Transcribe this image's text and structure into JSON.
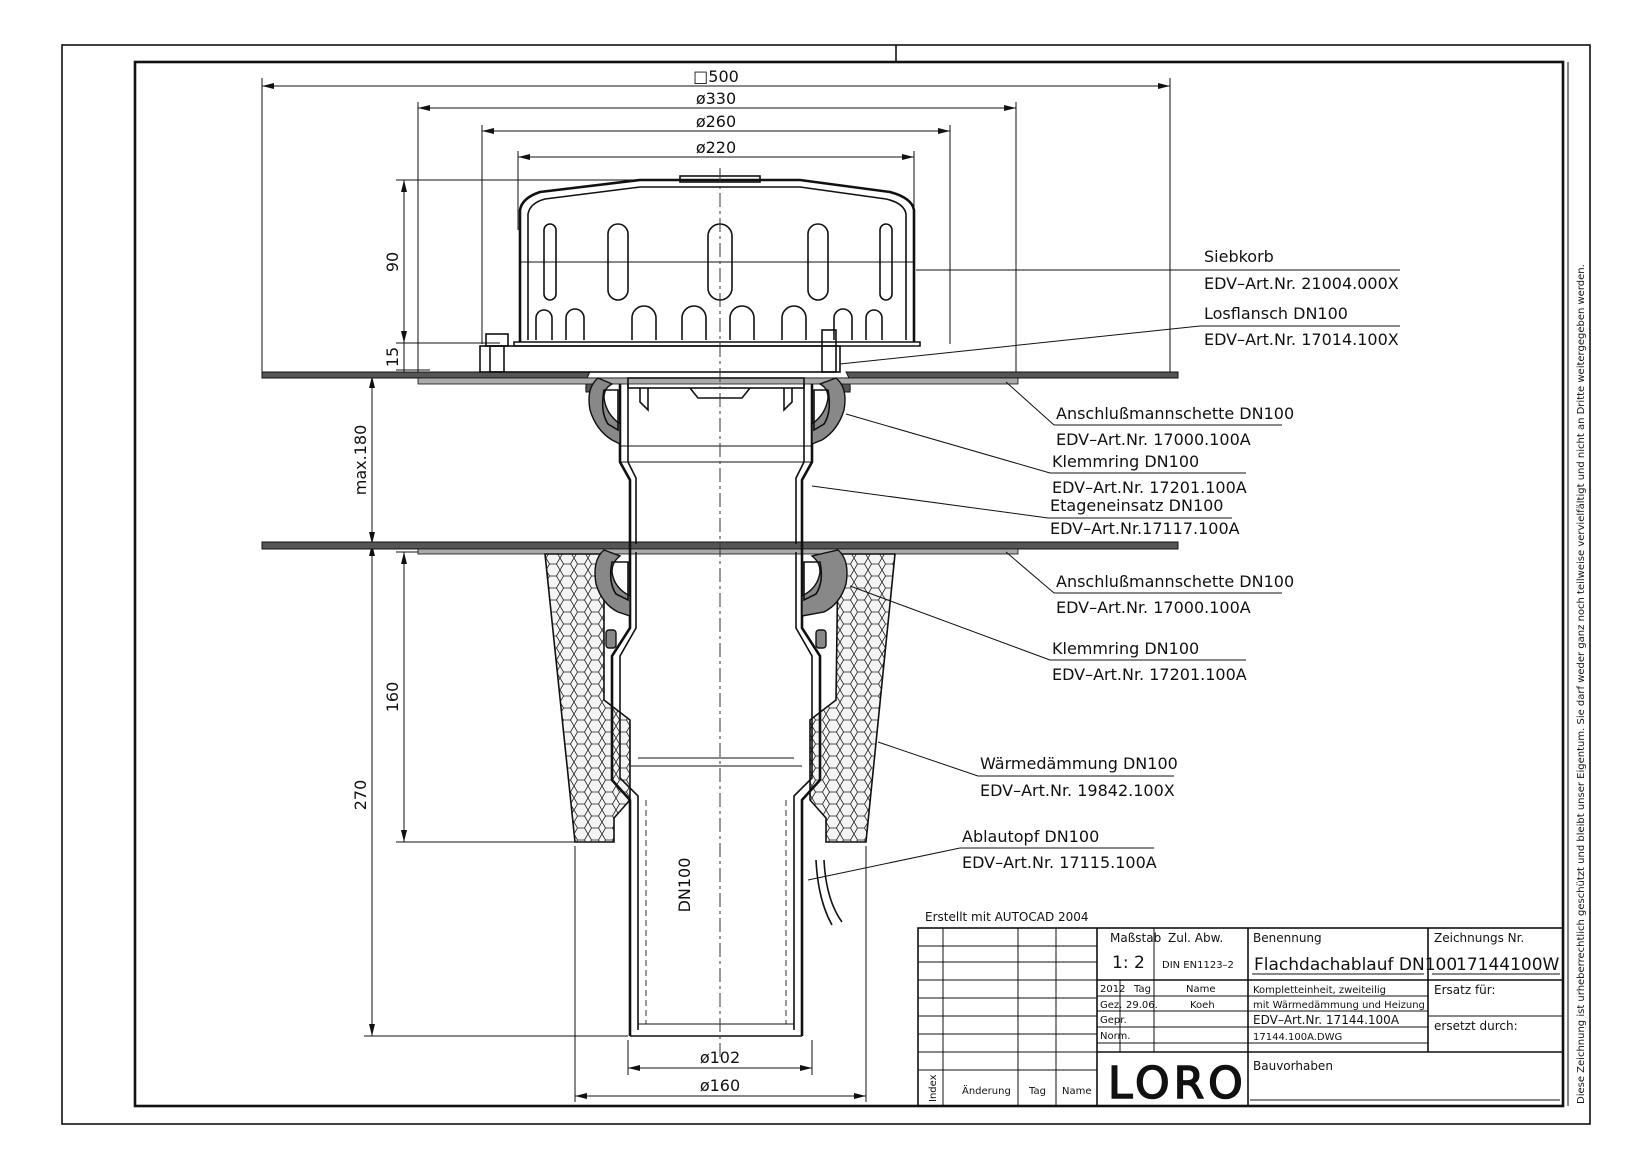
{
  "drawing": {
    "dimensions": {
      "square_500": "□500",
      "d330": "ø330",
      "d260": "ø260",
      "d220": "ø220",
      "h90": "90",
      "h15": "15",
      "max180": "max.180",
      "h160": "160",
      "h270": "270",
      "dn100": "DN100",
      "d102": "ø102",
      "d160": "ø160"
    },
    "parts": [
      {
        "name": "Siebkorb",
        "art": "EDV–Art.Nr. 21004.000X"
      },
      {
        "name": "Losflansch DN100",
        "art": "EDV–Art.Nr. 17014.100X"
      },
      {
        "name": "Anschlußmannschette DN100",
        "art": "EDV–Art.Nr. 17000.100A"
      },
      {
        "name": "Klemmring DN100",
        "art": "EDV–Art.Nr. 17201.100A"
      },
      {
        "name": "Etageneinsatz DN100",
        "art": "EDV–Art.Nr.17117.100A"
      },
      {
        "name": "Anschlußmannschette DN100",
        "art": "EDV–Art.Nr. 17000.100A"
      },
      {
        "name": "Klemmring DN100",
        "art": "EDV–Art.Nr. 17201.100A"
      },
      {
        "name": "Wärmedämmung DN100",
        "art": "EDV–Art.Nr. 19842.100X"
      },
      {
        "name": "Ablautopf DN100",
        "art": "EDV–Art.Nr. 17115.100A"
      }
    ],
    "side_note": "Diese Zeichnung ist urheberrechtlich geschützt und bleibt unser Eigentum. Sie darf weder ganz noch teilweise vervielfältigt und nicht an Dritte weitergegeben werden."
  },
  "title_block": {
    "created_with": "Erstellt mit AUTOCAD 2004",
    "massstab_label": "Maßstab",
    "massstab_value": "1: 2",
    "zul_abw_label": "Zul. Abw.",
    "zul_abw_value": "DIN EN1123–2",
    "year": "2012",
    "tag_label": "Tag",
    "name_label": "Name",
    "gez_label": "Gez.",
    "gez_date": "29.06.",
    "gez_name": "Koeh",
    "gepr_label": "Gepr.",
    "norm_label": "Norm.",
    "benennung_label": "Benennung",
    "benennung_value": "Flachdachablauf DN100",
    "desc1": "Kompletteinheit, zweiteilig",
    "desc2": "mit Wärmedämmung und Heizung",
    "desc3": "EDV–Art.Nr. 17144.100A",
    "file": "17144.100A.DWG",
    "zeichnungs_label": "Zeichnungs Nr.",
    "zeichnungs_value": "17144100W",
    "ersatz_fuer": "Ersatz für:",
    "ersetzt_durch": "ersetzt durch:",
    "bauvorhaben": "Bauvorhaben",
    "index_label": "Index",
    "aenderung_label": "Änderung",
    "tag2_label": "Tag",
    "name2_label": "Name",
    "logo": "LORO"
  }
}
